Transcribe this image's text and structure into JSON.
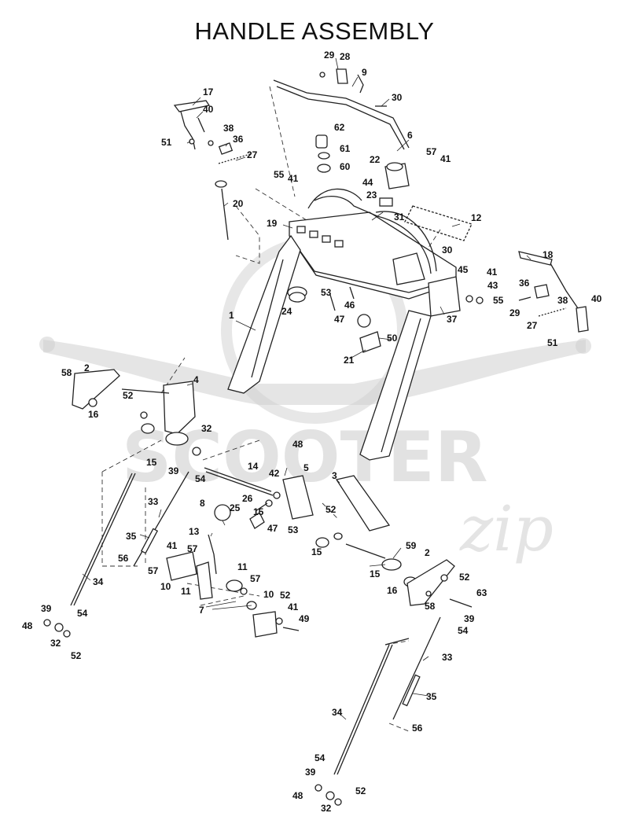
{
  "title": "HANDLE ASSEMBLY",
  "watermark": {
    "brand": "SCOOTER",
    "signature": "zip"
  },
  "callouts": [
    {
      "id": "c29a",
      "text": "29"
    },
    {
      "id": "c28",
      "text": "28"
    },
    {
      "id": "c9",
      "text": "9"
    },
    {
      "id": "c30a",
      "text": "30"
    },
    {
      "id": "c17",
      "text": "17"
    },
    {
      "id": "c40a",
      "text": "40"
    },
    {
      "id": "c38a",
      "text": "38"
    },
    {
      "id": "c36a",
      "text": "36"
    },
    {
      "id": "c51a",
      "text": "51"
    },
    {
      "id": "c27a",
      "text": "27"
    },
    {
      "id": "c62",
      "text": "62"
    },
    {
      "id": "c61",
      "text": "61"
    },
    {
      "id": "c60",
      "text": "60"
    },
    {
      "id": "c6",
      "text": "6"
    },
    {
      "id": "c57a",
      "text": "57"
    },
    {
      "id": "c41a",
      "text": "41"
    },
    {
      "id": "c22",
      "text": "22"
    },
    {
      "id": "c55a",
      "text": "55"
    },
    {
      "id": "c41b",
      "text": "41"
    },
    {
      "id": "c44",
      "text": "44"
    },
    {
      "id": "c23",
      "text": "23"
    },
    {
      "id": "c20",
      "text": "20"
    },
    {
      "id": "c31",
      "text": "31"
    },
    {
      "id": "c12",
      "text": "12"
    },
    {
      "id": "c19",
      "text": "19"
    },
    {
      "id": "c30b",
      "text": "30"
    },
    {
      "id": "c45",
      "text": "45"
    },
    {
      "id": "c18",
      "text": "18"
    },
    {
      "id": "c41c",
      "text": "41"
    },
    {
      "id": "c43",
      "text": "43"
    },
    {
      "id": "c55b",
      "text": "55"
    },
    {
      "id": "c36b",
      "text": "36"
    },
    {
      "id": "c38b",
      "text": "38"
    },
    {
      "id": "c40b",
      "text": "40"
    },
    {
      "id": "c29b",
      "text": "29"
    },
    {
      "id": "c27b",
      "text": "27"
    },
    {
      "id": "c51b",
      "text": "51"
    },
    {
      "id": "c53a",
      "text": "53"
    },
    {
      "id": "c46",
      "text": "46"
    },
    {
      "id": "c24",
      "text": "24"
    },
    {
      "id": "c47a",
      "text": "47"
    },
    {
      "id": "c37",
      "text": "37"
    },
    {
      "id": "c1",
      "text": "1"
    },
    {
      "id": "c50",
      "text": "50"
    },
    {
      "id": "c21",
      "text": "21"
    },
    {
      "id": "c58a",
      "text": "58"
    },
    {
      "id": "c2a",
      "text": "2"
    },
    {
      "id": "c4",
      "text": "4"
    },
    {
      "id": "c52a",
      "text": "52"
    },
    {
      "id": "c16a",
      "text": "16"
    },
    {
      "id": "c32a",
      "text": "32"
    },
    {
      "id": "c15a",
      "text": "15"
    },
    {
      "id": "c39a",
      "text": "39"
    },
    {
      "id": "c54a",
      "text": "54"
    },
    {
      "id": "c48a",
      "text": "48"
    },
    {
      "id": "c14",
      "text": "14"
    },
    {
      "id": "c5",
      "text": "5"
    },
    {
      "id": "c42",
      "text": "42"
    },
    {
      "id": "c3",
      "text": "3"
    },
    {
      "id": "c26",
      "text": "26"
    },
    {
      "id": "c8",
      "text": "8"
    },
    {
      "id": "c25",
      "text": "25"
    },
    {
      "id": "c15b",
      "text": "15"
    },
    {
      "id": "c47b",
      "text": "47"
    },
    {
      "id": "c53b",
      "text": "53"
    },
    {
      "id": "c52b",
      "text": "52"
    },
    {
      "id": "c33a",
      "text": "33"
    },
    {
      "id": "c13",
      "text": "13"
    },
    {
      "id": "c35a",
      "text": "35"
    },
    {
      "id": "c15c",
      "text": "15"
    },
    {
      "id": "c59",
      "text": "59"
    },
    {
      "id": "c56a",
      "text": "56"
    },
    {
      "id": "c41d",
      "text": "41"
    },
    {
      "id": "c57b",
      "text": "57"
    },
    {
      "id": "c57c",
      "text": "57"
    },
    {
      "id": "c11a",
      "text": "11"
    },
    {
      "id": "c10a",
      "text": "10"
    },
    {
      "id": "c11b",
      "text": "11"
    },
    {
      "id": "c57d",
      "text": "57"
    },
    {
      "id": "c15d",
      "text": "15"
    },
    {
      "id": "c2b",
      "text": "2"
    },
    {
      "id": "c52c",
      "text": "52"
    },
    {
      "id": "c34a",
      "text": "34"
    },
    {
      "id": "c16b",
      "text": "16"
    },
    {
      "id": "c63",
      "text": "63"
    },
    {
      "id": "c10b",
      "text": "10"
    },
    {
      "id": "c52d",
      "text": "52"
    },
    {
      "id": "c7",
      "text": "7"
    },
    {
      "id": "c41e",
      "text": "41"
    },
    {
      "id": "c58b",
      "text": "58"
    },
    {
      "id": "c39b",
      "text": "39"
    },
    {
      "id": "c49",
      "text": "49"
    },
    {
      "id": "c54b",
      "text": "54"
    },
    {
      "id": "c39c",
      "text": "39"
    },
    {
      "id": "c48b",
      "text": "48"
    },
    {
      "id": "c54c",
      "text": "54"
    },
    {
      "id": "c32b",
      "text": "32"
    },
    {
      "id": "c52e",
      "text": "52"
    },
    {
      "id": "c33b",
      "text": "33"
    },
    {
      "id": "c35b",
      "text": "35"
    },
    {
      "id": "c34b",
      "text": "34"
    },
    {
      "id": "c56b",
      "text": "56"
    },
    {
      "id": "c54d",
      "text": "54"
    },
    {
      "id": "c39d",
      "text": "39"
    },
    {
      "id": "c48c",
      "text": "48"
    },
    {
      "id": "c52f",
      "text": "52"
    },
    {
      "id": "c32c",
      "text": "32"
    }
  ]
}
